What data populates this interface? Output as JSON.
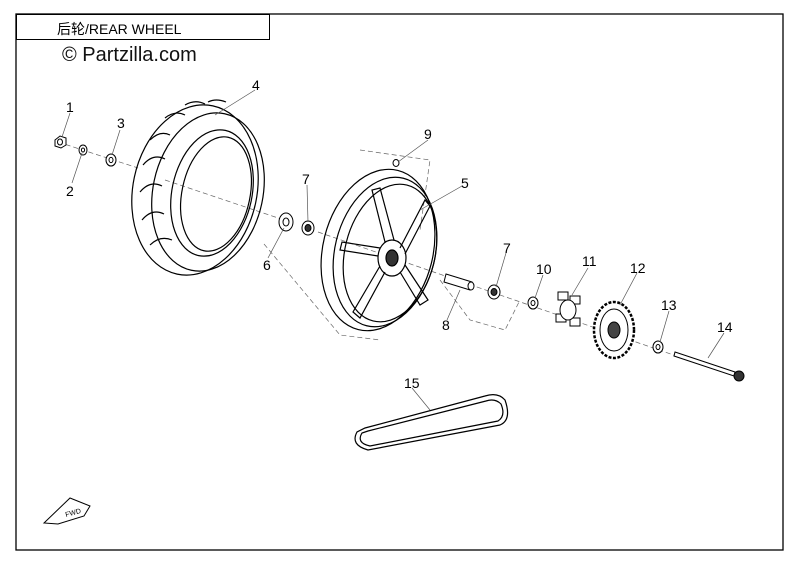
{
  "title": "后轮/REAR WHEEL",
  "watermark": "© Partzilla.com",
  "fwd_label": "FWD",
  "callouts": [
    "1",
    "2",
    "3",
    "4",
    "5",
    "6",
    "7",
    "7",
    "8",
    "9",
    "10",
    "11",
    "12",
    "13",
    "14",
    "15"
  ],
  "colors": {
    "line": "#000000",
    "background": "#ffffff",
    "leader": "#555555"
  }
}
